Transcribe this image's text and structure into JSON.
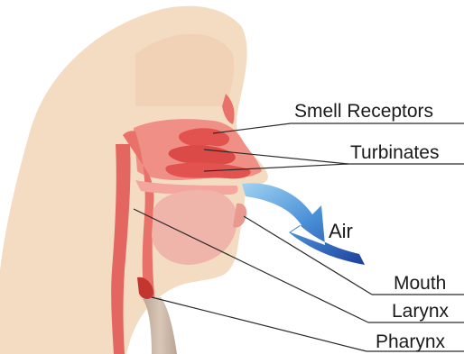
{
  "labels": {
    "smell_receptors": "Smell Receptors",
    "turbinates": "Turbinates",
    "air": "Air",
    "mouth": "Mouth",
    "larynx": "Larynx",
    "pharynx": "Pharynx"
  },
  "colors": {
    "skin": "#f4dcc3",
    "skin_shadow": "#ecc7a6",
    "airway": "#e8726a",
    "airway_dark": "#d9544e",
    "airway_light": "#f3a59e",
    "turbinate": "#e2524f",
    "air_arrow_light": "#8ec8ec",
    "air_arrow_dark": "#1f4fa8",
    "line": "#2a2a2a"
  }
}
